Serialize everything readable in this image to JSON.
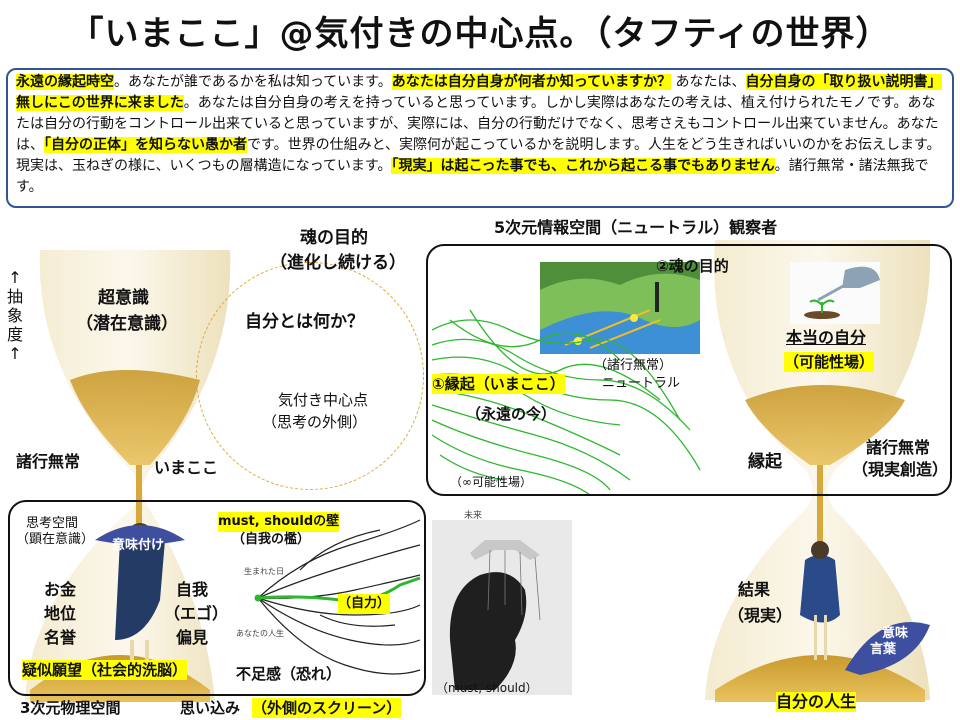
{
  "title": "「いまここ」@気付きの中心点。（タフティの世界）",
  "intro": {
    "s1": "永遠の縁起時空",
    "s2": "。あなたが誰であるかを私は知っています。",
    "s3": "あなたは自分自身が何者か知っていますか？",
    "s4": " あなたは、",
    "s5": "自分自身の「取り扱い説明書」無しにこの世界に来ました",
    "s6": "。あなたは自分自身の考えを持っていると思っています。しかし実際はあなたの考えは、植え付けられたモノです。あなたは自分の行動をコントロール出来ていると思っていますが、実際には、自分の行動だけでなく、思考さえもコントロール出来ていません。あなたは、",
    "s7": "「自分の正体」を知らない愚か者",
    "s8": "です。世界の仕組みと、実際何が起こっているかを説明します。人生をどう生きればいいのかをお伝えします。現実は、玉ねぎの様に、いくつもの層構造になっています。",
    "s9": "「現実」は起こった事でも、これから起こる事でもありません",
    "s10": "。諸行無常・諸法無我です。"
  },
  "left": {
    "axis": "↑抽象度↑",
    "superconscious": "超意識",
    "subconscious": "（潜在意識）",
    "shogyo": "諸行無常",
    "imakoko": "いまここ"
  },
  "center": {
    "soul_purpose": "魂の目的",
    "soul_sub": "（進化し続ける）",
    "who_am_i": "自分とは何か？",
    "awareness": "気付き中心点",
    "awareness_sub": "（思考の外側）"
  },
  "top_box": {
    "heading": "5次元情報空間（ニュートラル）観察者",
    "soul2": "②魂の目的",
    "engi": "①縁起（いまここ）",
    "eternal_now": "（永遠の今）",
    "neutral1": "（諸行無常）",
    "neutral2": "ニュートラル",
    "infinity": "（∞可能性場）",
    "mirai": "未来"
  },
  "right": {
    "true_self": "本当の自分",
    "possibility": "（可能性場）",
    "engi": "縁起",
    "shogyo": "諸行無常",
    "creation": "（現実創造）",
    "result": "結果",
    "reality": "（現実）",
    "umbrella1": "意味",
    "umbrella2": "言葉",
    "my_life": "自分の人生"
  },
  "bottom_box": {
    "thought_space": "思考空間",
    "explicit": "（顕在意識）",
    "meaning": "意味付け",
    "money": "お金",
    "status": "地位",
    "fame": "名誉",
    "ego": "自我",
    "ego_sub": "（エゴ）",
    "prejudice": "偏見",
    "pseudo_desire": "疑似願望（社会的洗脳）",
    "must_wall": "must, shouldの壁",
    "ego_cage": "（自我の檻）",
    "born_day": "生まれた日",
    "your_life": "あなたの人生",
    "jiriki": "（自力）",
    "lack": "不足感（恐れ）",
    "must_should": "（must, should）",
    "mirai": "未来"
  },
  "footer": {
    "physical": "3次元物理空間",
    "assumption": "思い込み",
    "screen": "（外側のスクリーン）"
  },
  "colors": {
    "highlight": "#ffff00",
    "sand": "#e3a938",
    "intro_border": "#2f5597",
    "path": "#2eb82e"
  }
}
